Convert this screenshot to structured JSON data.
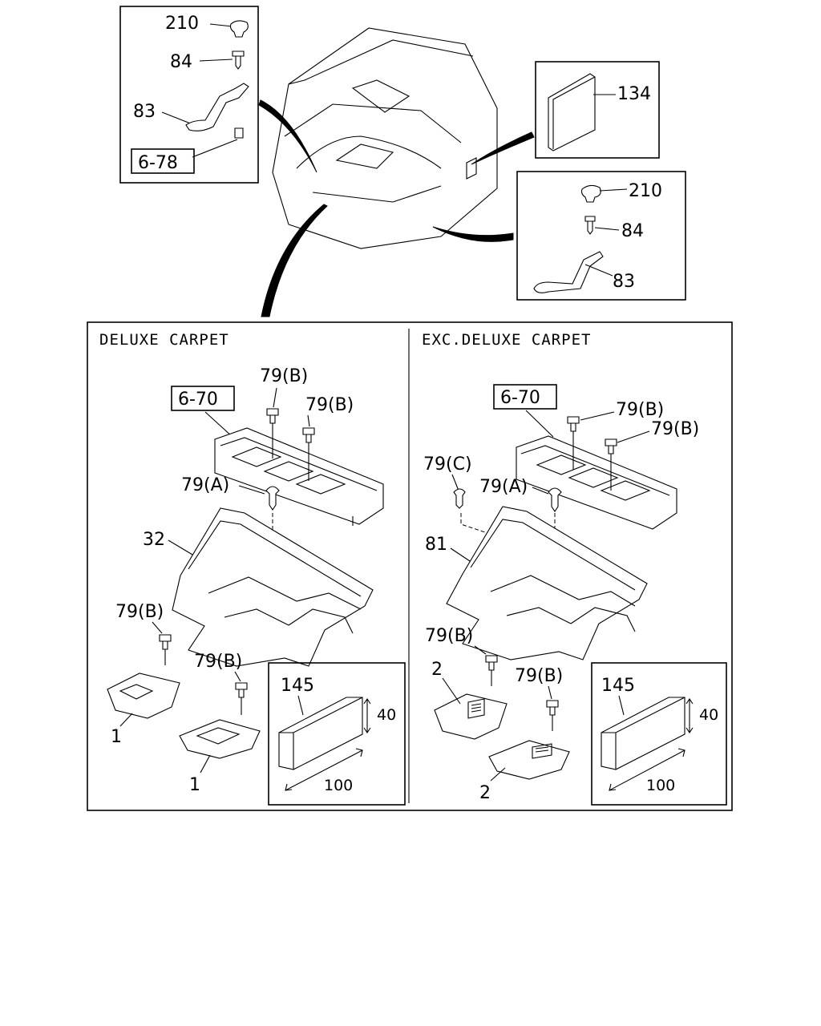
{
  "diagram": {
    "top_left_inset": {
      "labels": [
        "210",
        "84",
        "83"
      ],
      "ref": "6-78"
    },
    "note_inset": {
      "label": "134"
    },
    "right_inset": {
      "labels": [
        "210",
        "84",
        "83"
      ]
    },
    "deluxe": {
      "header": "DELUXE CARPET",
      "ref": "6-70",
      "fasteners": [
        "79(B)",
        "79(B)",
        "79(A)",
        "79(B)",
        "79(B)"
      ],
      "main_carpet": "32",
      "mats": [
        "1",
        "1"
      ],
      "material": {
        "part": "145",
        "height": "40",
        "length": "100"
      }
    },
    "exc_deluxe": {
      "header": "EXC.DELUXE CARPET",
      "ref": "6-70",
      "fasteners": [
        "79(B)",
        "79(B)",
        "79(C)",
        "79(A)",
        "79(B)",
        "79(B)"
      ],
      "main_carpet": "81",
      "mats": [
        "2",
        "2"
      ],
      "material": {
        "part": "145",
        "height": "40",
        "length": "100"
      }
    }
  }
}
